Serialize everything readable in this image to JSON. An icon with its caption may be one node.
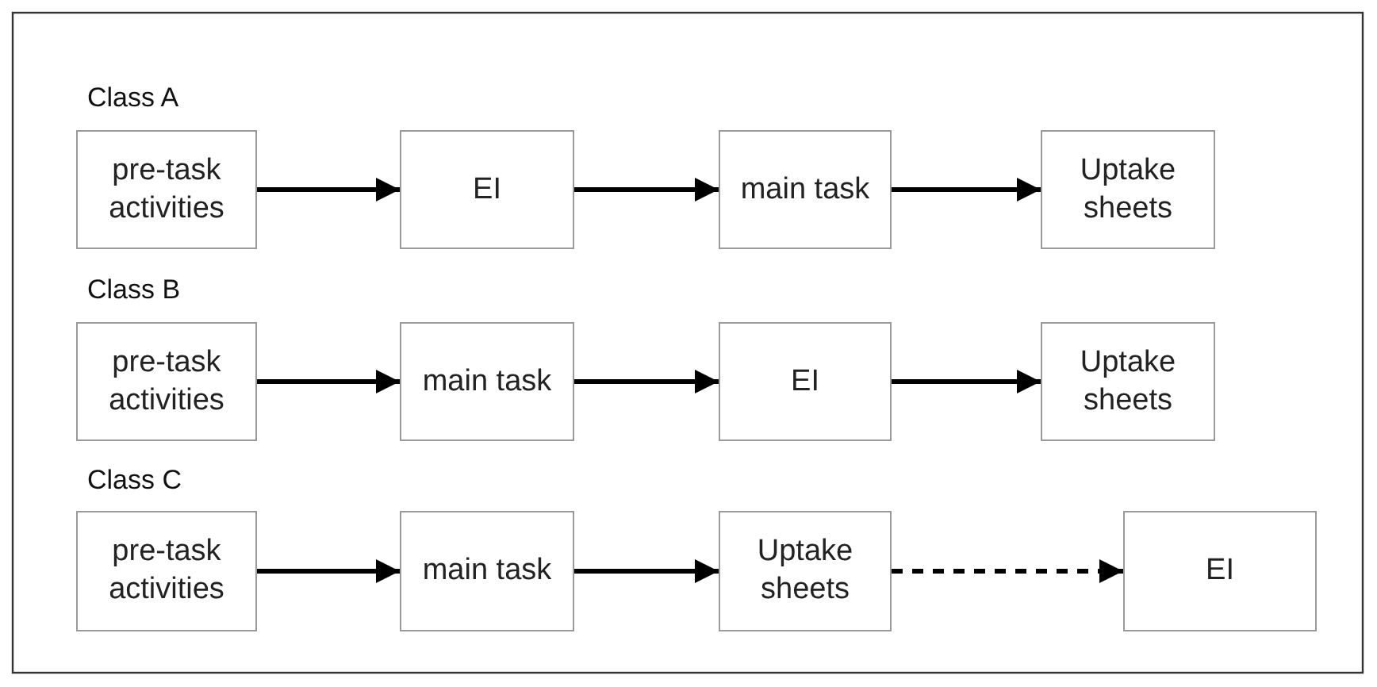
{
  "diagram": {
    "nodes": [
      {
        "text": [
          "pre-task activities"
        ]
      },
      {
        "text": [
          "EI"
        ]
      },
      {
        "text": [
          "main task"
        ]
      },
      {
        "text": [
          "Uptake sheets"
        ]
      },
      {
        "text": [
          "pre-task activities"
        ]
      },
      {
        "text": [
          "main task"
        ]
      },
      {
        "text": [
          "EI"
        ]
      },
      {
        "text": [
          "Uptake sheets"
        ]
      },
      {
        "text": [
          "pre-task activities"
        ]
      },
      {
        "text": [
          "main task"
        ]
      },
      {
        "text": [
          "Uptake sheets"
        ]
      },
      {
        "text": [
          "EI"
        ]
      }
    ],
    "edges": [
      {
        "from": 0,
        "to": 1,
        "arrow": "to"
      },
      {
        "from": 1,
        "to": 2,
        "arrow": "to"
      },
      {
        "from": 2,
        "to": 3,
        "arrow": "to"
      },
      {
        "from": 4,
        "to": 5,
        "arrow": "to"
      },
      {
        "from": 5,
        "to": 6,
        "arrow": "to"
      },
      {
        "from": 6,
        "to": 7,
        "arrow": "to"
      },
      {
        "from": 8,
        "to": 9,
        "arrow": "to"
      },
      {
        "from": 9,
        "to": 10,
        "arrow": "to"
      },
      {
        "from": 10,
        "to": 11,
        "arrow": "to",
        "style": "dashed"
      }
    ],
    "labels": [
      "Class A",
      "Class B",
      "Class C"
    ]
  }
}
